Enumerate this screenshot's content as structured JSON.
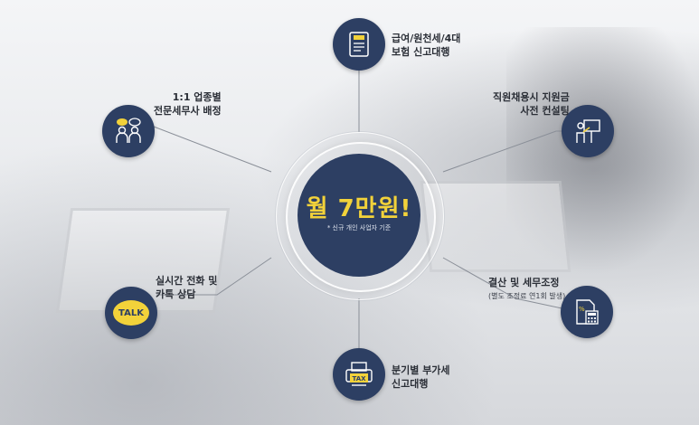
{
  "center": {
    "headline": "월 7만원!",
    "note": "* 신규 개인 사업자 기준"
  },
  "nodes": {
    "top": {
      "line1": "급여/원천세/4대",
      "line2": "보험 신고대행",
      "icon": "tax-document-icon"
    },
    "top_left": {
      "line1": "1:1 업종별",
      "line2": "전문세무사 배정",
      "icon": "consultants-icon"
    },
    "top_right": {
      "line1": "직원채용시 지원금",
      "line2": "사전 컨설팅",
      "icon": "presentation-icon"
    },
    "bottom_left": {
      "line1": "실시간 전화 및",
      "line2": "카톡 상담",
      "icon": "talk-bubble-icon",
      "bubble": "TALK"
    },
    "bottom_right": {
      "line1": "결산 및 세무조정",
      "line2": "(별도 조정료 연1회 발생)",
      "icon": "calculator-document-icon"
    },
    "bottom": {
      "line1": "분기별 부가세",
      "line2": "신고대행",
      "icon": "tax-printer-icon",
      "badge": "TAX"
    }
  },
  "colors": {
    "node": "#2d3f63",
    "accent": "#f2d23a",
    "line": "#8a8f98"
  }
}
